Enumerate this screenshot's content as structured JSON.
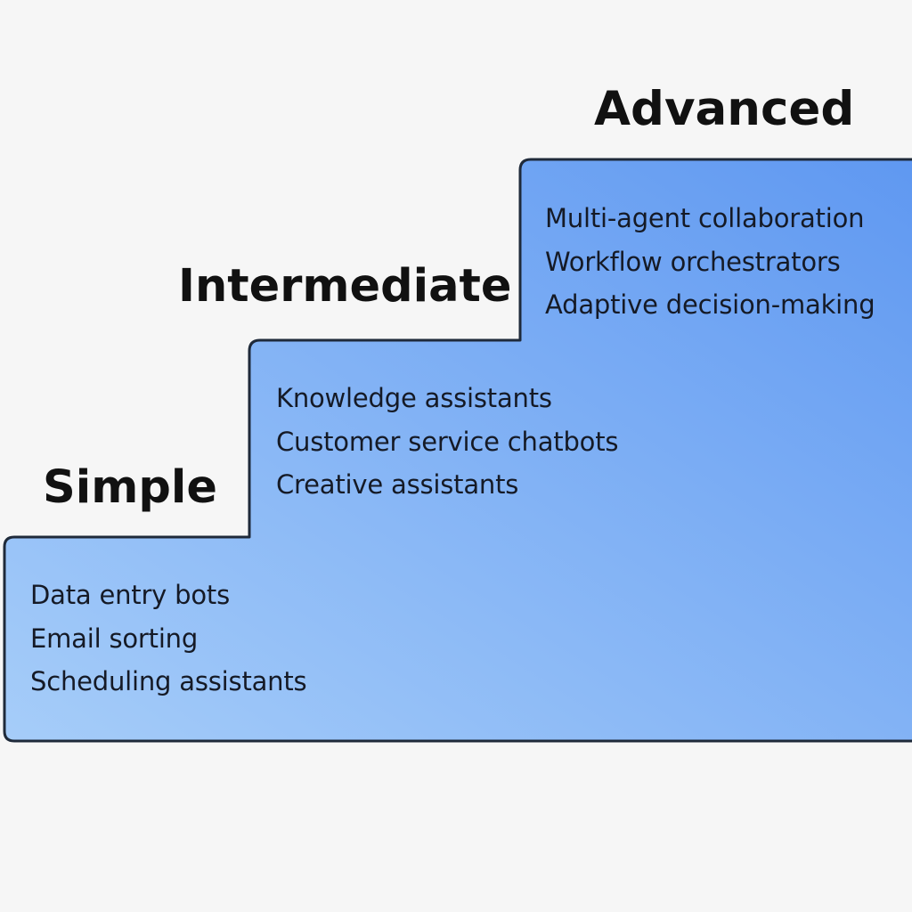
{
  "levels": [
    {
      "title": "Simple",
      "items": [
        "Data entry bots",
        "Email sorting",
        "Scheduling assistants"
      ]
    },
    {
      "title": "Intermediate",
      "items": [
        "Knowledge assistants",
        "Customer service chatbots",
        "Creative assistants"
      ]
    },
    {
      "title": "Advanced",
      "items": [
        "Multi-agent collaboration",
        "Workflow orchestrators",
        "Adaptive decision-making"
      ]
    }
  ],
  "colors": {
    "background": "#f6f6f6",
    "gradient_light": "#a6cdf9",
    "gradient_dark": "#5f98f1",
    "outline": "#1f2a3a",
    "text": "#111111"
  }
}
